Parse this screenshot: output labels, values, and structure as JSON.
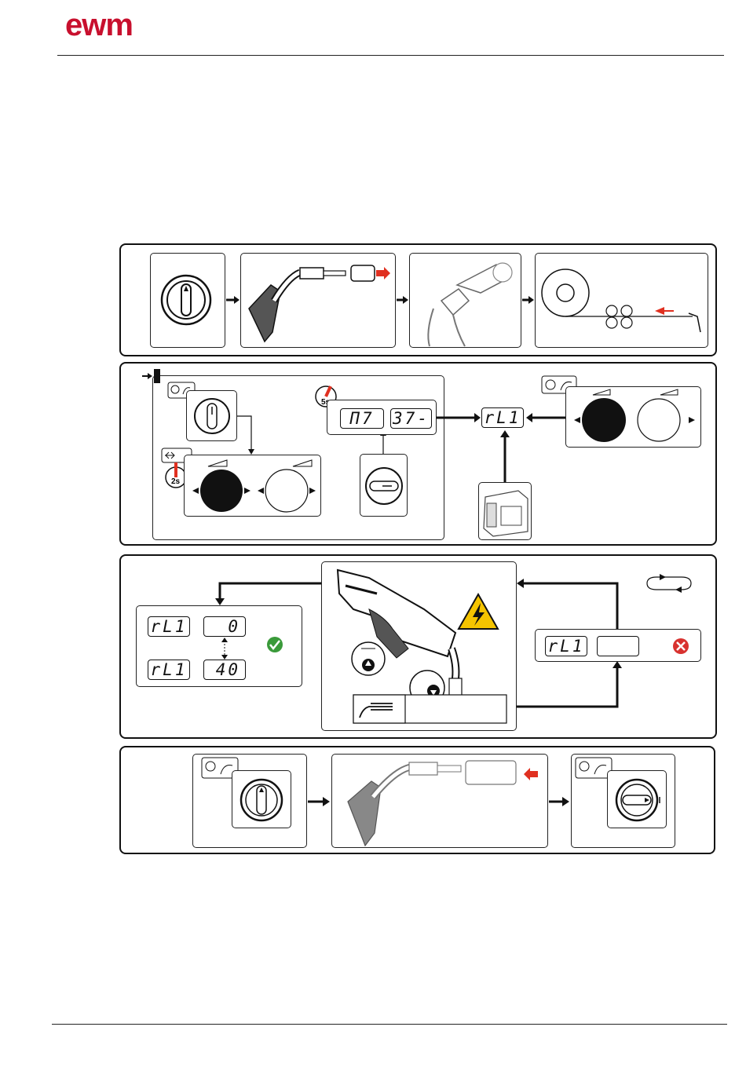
{
  "brand": {
    "logo_text": "ewm",
    "accent": "#c8102e"
  },
  "panel2": {
    "timer_5s": "5s",
    "timer_2s": "2s",
    "display_left": "Π7",
    "display_right": "37-",
    "display_main": "rL1"
  },
  "panel3": {
    "result_row1_label": "rL1",
    "result_row1_value": "0",
    "result_row2_label": "rL1",
    "result_row2_value": "40",
    "error_row_label": "rL1",
    "error_row_value": ""
  },
  "icons": {
    "success": "green-check-circle",
    "error": "red-x-circle",
    "warning": "electrical-hazard-triangle"
  }
}
